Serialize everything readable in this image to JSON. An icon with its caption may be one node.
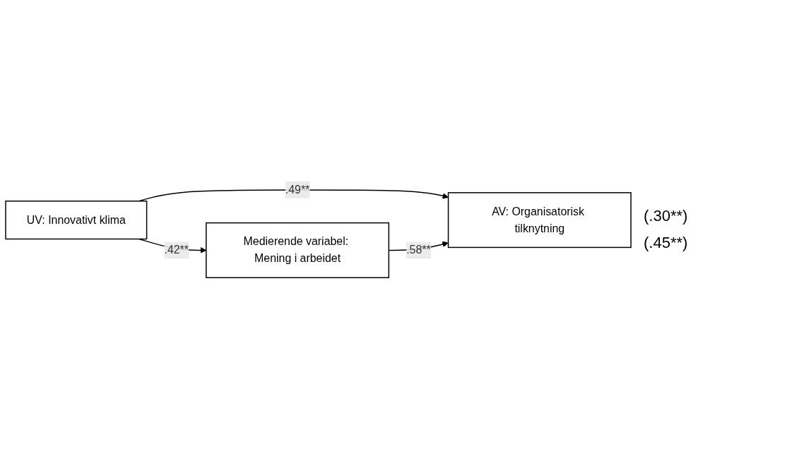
{
  "diagram": {
    "nodes": [
      {
        "text": [
          "UV: Innovativt klima"
        ]
      },
      {
        "text": [
          "AV: Organisatorisk tilknytning"
        ]
      },
      {
        "text": [
          "Medierende variabel: Mening i arbeidet"
        ]
      }
    ],
    "edges": [
      {
        "from": 0,
        "to": 1,
        "arrow": "to",
        "label": ".49**"
      },
      {
        "from": 0,
        "to": 2,
        "arrow": "to",
        "label": ".42**"
      },
      {
        "from": 2,
        "to": 1,
        "arrow": "to",
        "label": ".58**"
      }
    ],
    "labels": [
      "(.30**)",
      "(.45**)"
    ]
  }
}
